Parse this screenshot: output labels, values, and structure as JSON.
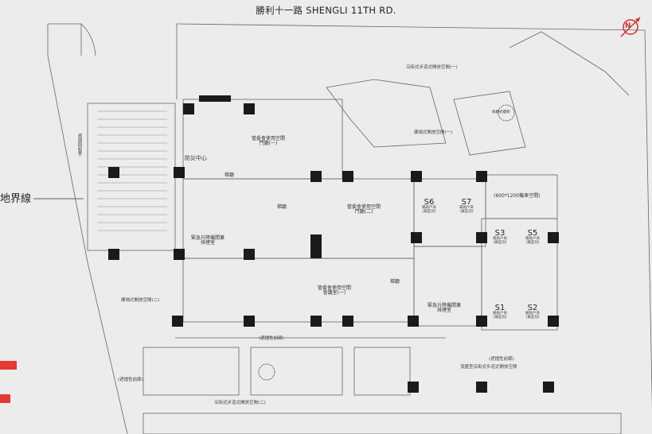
{
  "header": {
    "road_name": "勝利十一路  SHENGLI 11TH RD."
  },
  "compass": {
    "letter": "N",
    "color": "#d32f2f"
  },
  "boundary_label": "地界線",
  "colors": {
    "wall": "#1a1a1a",
    "line": "#555555",
    "accent": "#e53935",
    "bg": "#ececec"
  },
  "labels": {
    "open_space_1": "沿街式步道式開放空間(一)",
    "plaza_open_1": "廣場式開放空間(一)",
    "plaza_open_2": "廣場式開放空間(二)",
    "committee_room_1": "管委會使用空間\n門廳(一)",
    "committee_room_2": "管委會使用空間\n門廳(二)",
    "committee_room_3": "管委會使用空間\n會議室(一)",
    "disaster_center": "防災中心",
    "stair": "梯廳",
    "stair_2": "梯廳",
    "stair_3": "梯廳",
    "emergency_elevator_1": "緊急升降機間兼\n排煙室",
    "emergency_elevator_2": "緊急升降機間兼\n排煙室",
    "bike_parking": "(600*1200機車空間)",
    "arcade_1": "(遮擋性前廊)",
    "arcade_2": "(遮擋性前廊)",
    "arcade_3": "(遮擋性前廊)",
    "open_space_2": "沿街式步道式開放空間(二)",
    "roof_open": "頂蓋型沿街式步道式開放空間",
    "waste_room": "資源回收室",
    "stair_unit": "梯廳式樓梯"
  },
  "units": [
    {
      "code": "S6",
      "desc": "補助戶商\n(兼區別)"
    },
    {
      "code": "S7",
      "desc": "補助戶商\n(兼區別)"
    },
    {
      "code": "S3",
      "desc": "補助戶商\n(兼區別)"
    },
    {
      "code": "S5",
      "desc": "補助戶商\n(兼區別)"
    },
    {
      "code": "S1",
      "desc": "補助戶商\n(兼區別)"
    },
    {
      "code": "S2",
      "desc": "補助戶商\n(兼區別)"
    }
  ],
  "side_swatches": [
    "#e53935",
    "#e53935"
  ]
}
